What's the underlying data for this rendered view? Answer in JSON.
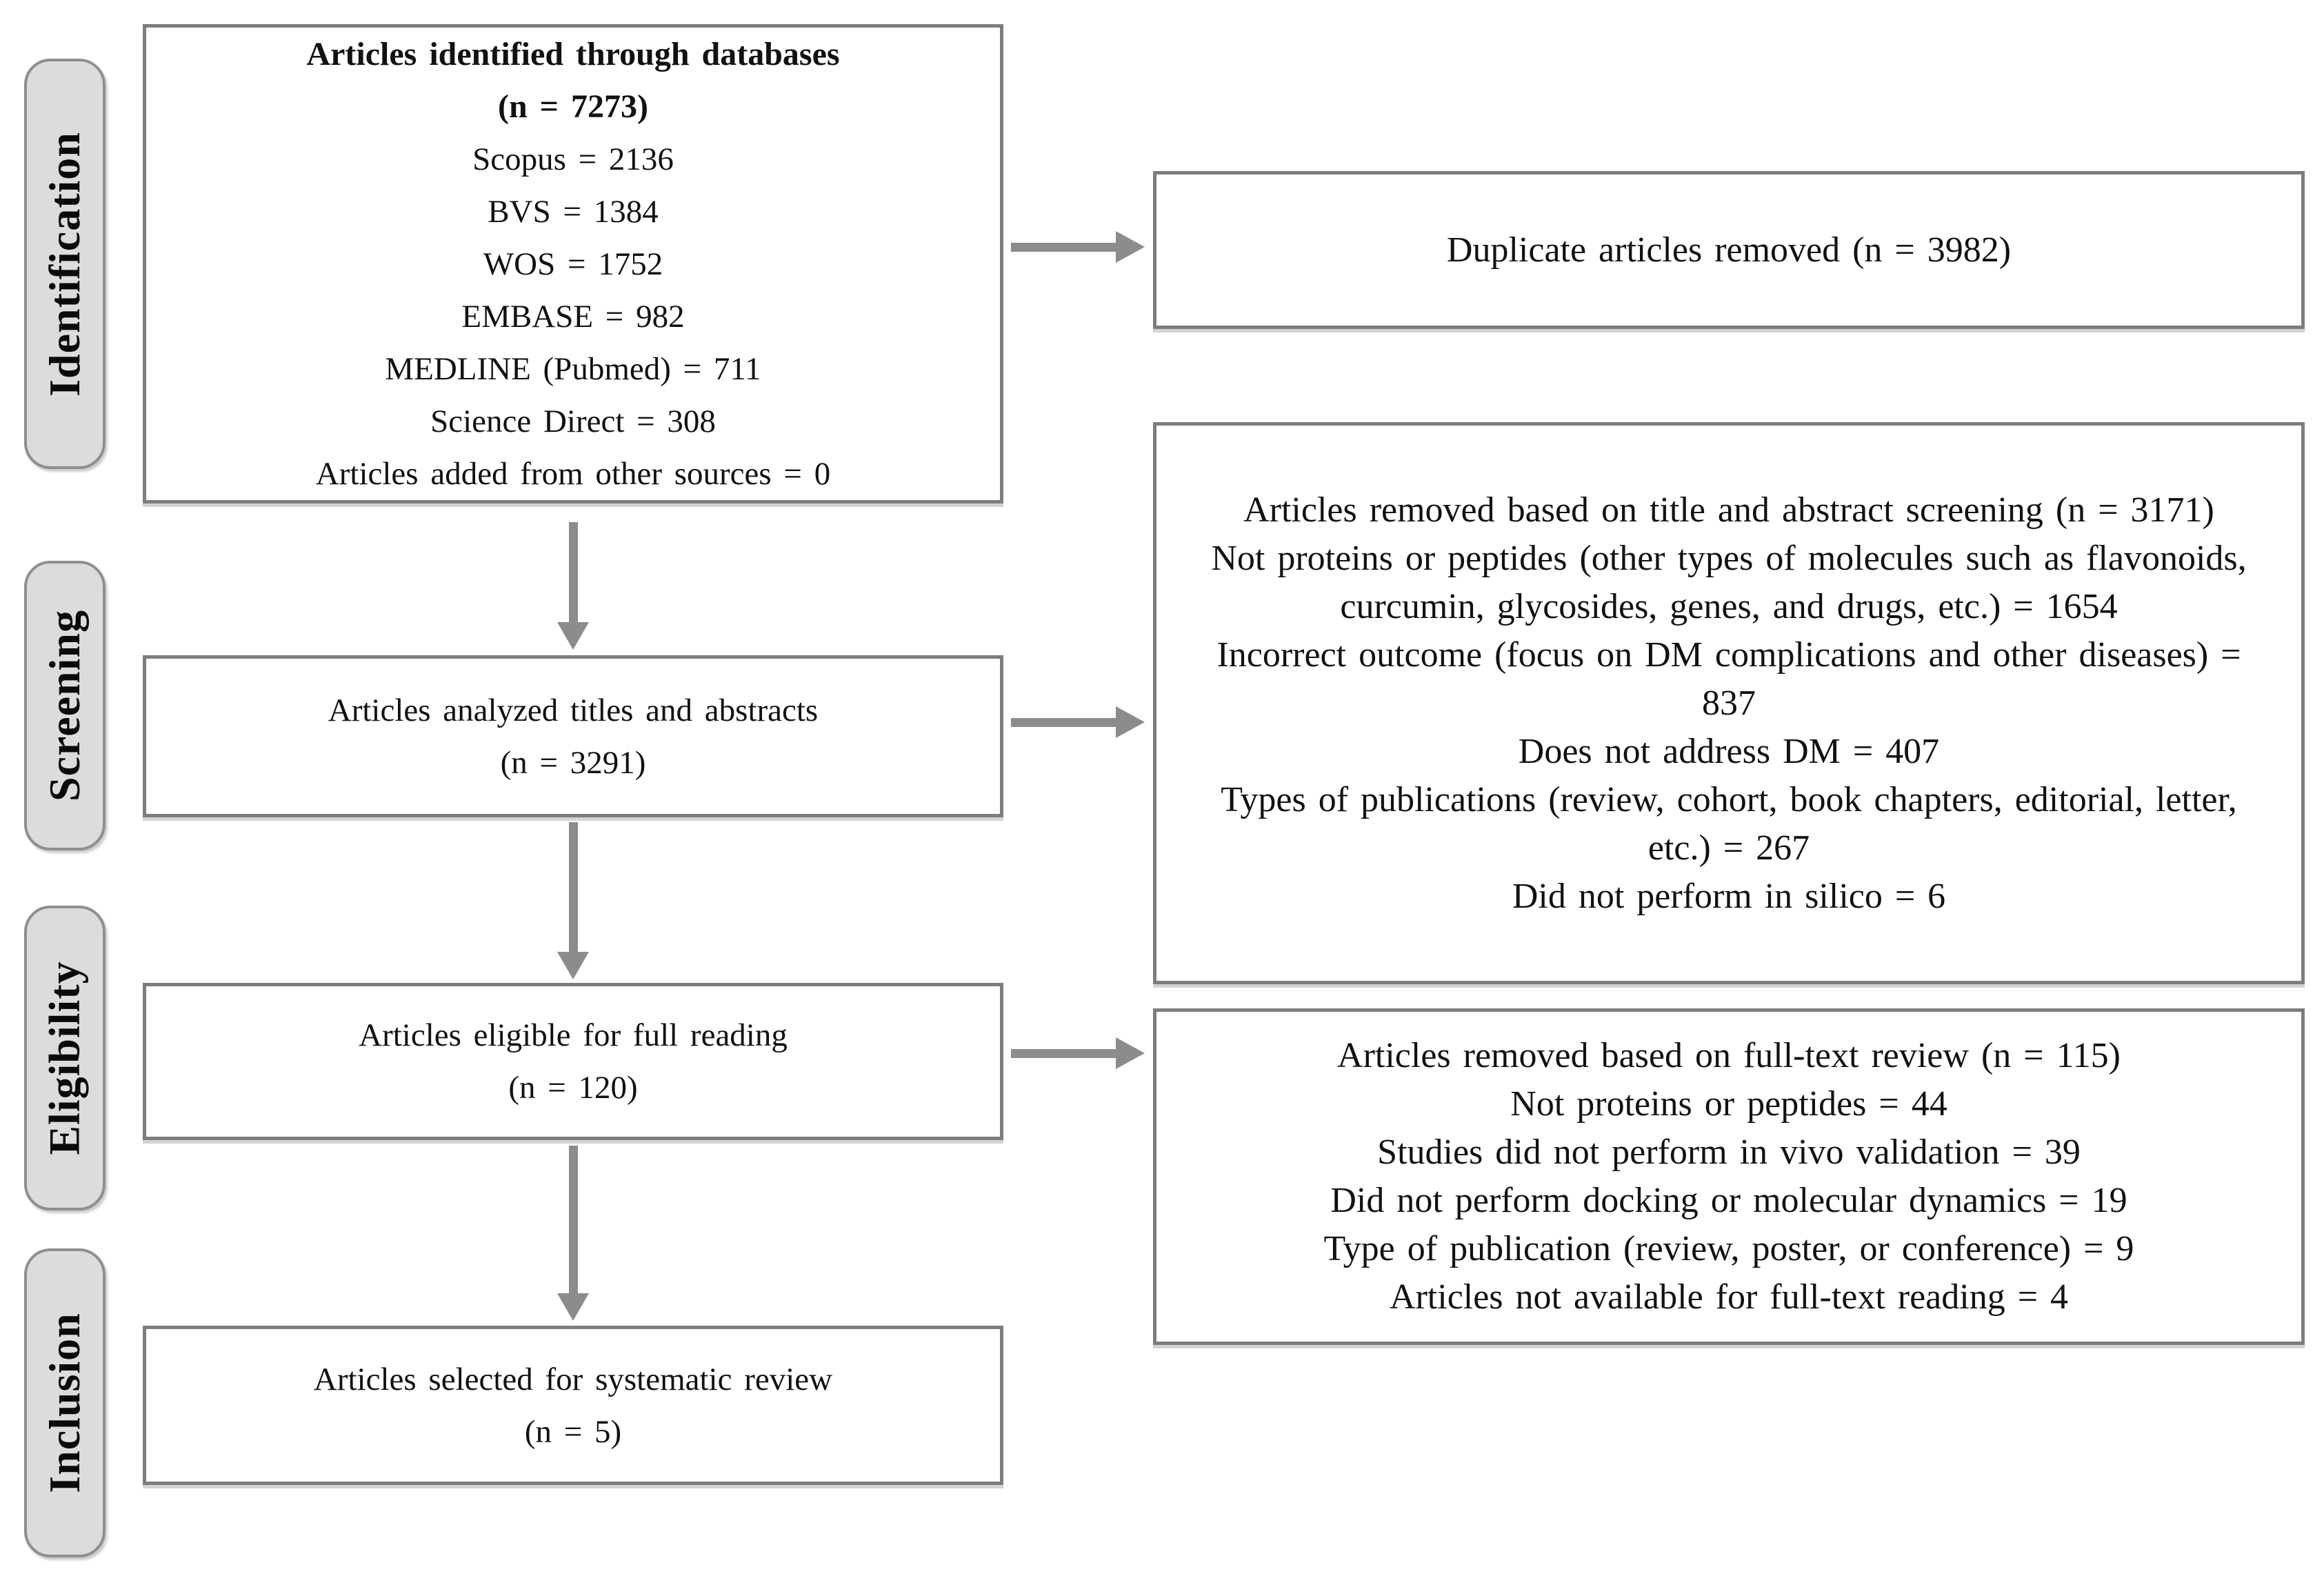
{
  "figure": {
    "type": "prisma-flow-diagram"
  },
  "colors": {
    "box_border": "#7d7d7d",
    "stage_fill": "#dcdcdc",
    "stage_border": "#8f8f8f",
    "arrow": "#8c8c8c",
    "text": "#111111",
    "background": "#ffffff"
  },
  "stages": [
    {
      "label": "Identification"
    },
    {
      "label": "Screening"
    },
    {
      "label": "Eligibility"
    },
    {
      "label": "Inclusion"
    }
  ],
  "flow": {
    "identified": {
      "title": "Articles identified through databases",
      "count": "(n = 7273)",
      "sources": [
        "Scopus = 2136",
        "BVS = 1384",
        "WOS = 1752",
        "EMBASE = 982",
        "MEDLINE (Pubmed) = 711",
        "Science Direct = 308",
        "Articles added from other sources = 0"
      ]
    },
    "analyzed": {
      "title": "Articles analyzed titles and abstracts",
      "count": "(n = 3291)"
    },
    "eligible": {
      "title": "Articles eligible for full reading",
      "count": "(n = 120)"
    },
    "included": {
      "title": "Articles selected for systematic review",
      "count": "(n = 5)"
    }
  },
  "exclusions": {
    "duplicates": {
      "text": "Duplicate articles removed (n = 3982)"
    },
    "title_abstract": {
      "title": "Articles removed based on title and abstract screening (n = 3171)",
      "items": [
        "Not proteins or peptides (other types of molecules such as flavonoids, curcumin, glycosides, genes, and drugs, etc.) = 1654",
        "Incorrect outcome (focus on DM complications and other diseases) = 837",
        "Does not address DM = 407",
        "Types of publications (review, cohort, book chapters, editorial, letter, etc.) = 267",
        "Did not perform in silico = 6"
      ]
    },
    "full_text": {
      "title": "Articles removed based on full-text review (n = 115)",
      "items": [
        "Not proteins or peptides = 44",
        "Studies did not perform in vivo validation = 39",
        "Did not perform docking or molecular dynamics = 19",
        "Type of publication (review, poster, or conference) = 9",
        "Articles not available for full-text reading = 4"
      ]
    }
  }
}
